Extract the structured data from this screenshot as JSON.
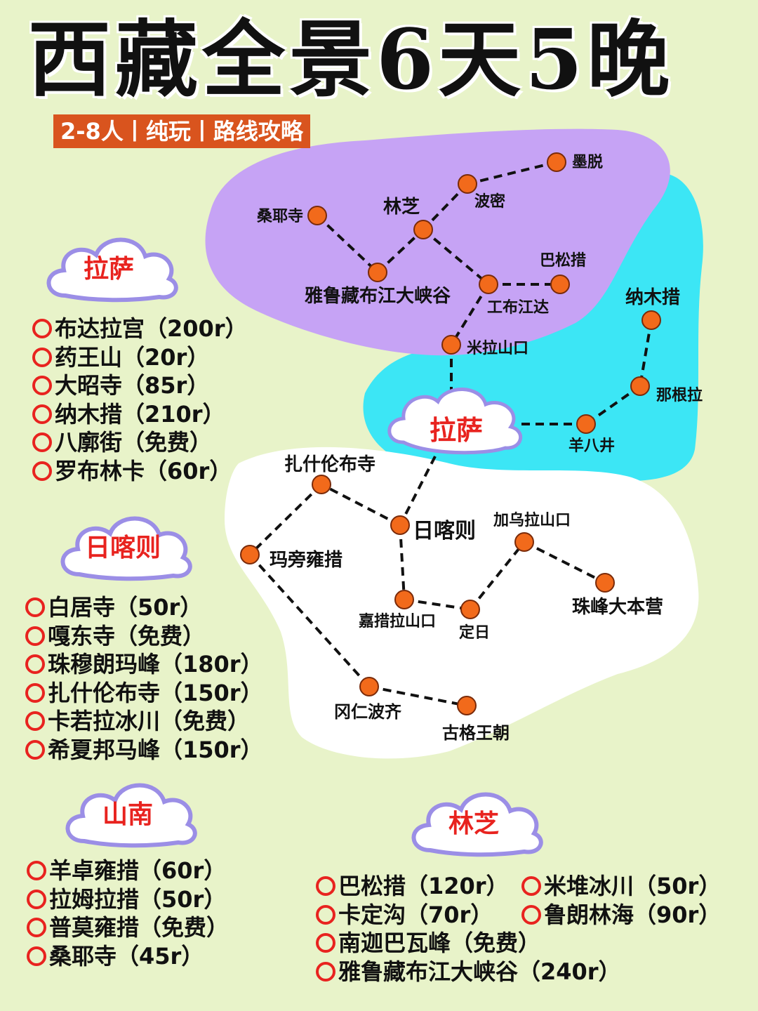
{
  "title": "西藏全景6天5晚",
  "subtitle": "2-8人丨纯玩丨路线攻略",
  "colors": {
    "accent": "#d9541e",
    "ring": "#e8231f",
    "node": "#f26a1b",
    "purple": "#c6a3f5",
    "cyan": "#3ce6f5",
    "white_region": "#ffffff",
    "background": "#e8f3c9"
  },
  "map": {
    "center_label": "拉萨",
    "nodes": [
      {
        "id": "motuo",
        "label": "墨脱"
      },
      {
        "id": "bomi",
        "label": "波密"
      },
      {
        "id": "linzhi",
        "label": "林芝"
      },
      {
        "id": "sangye",
        "label": "桑耶寺"
      },
      {
        "id": "yarlung",
        "label": "雅鲁藏布江大峡谷"
      },
      {
        "id": "gongbu",
        "label": "工布江达"
      },
      {
        "id": "basong",
        "label": "巴松措"
      },
      {
        "id": "mila",
        "label": "米拉山口"
      },
      {
        "id": "namtso",
        "label": "纳木措"
      },
      {
        "id": "nagenla",
        "label": "那根拉"
      },
      {
        "id": "yangbajing",
        "label": "羊八井"
      },
      {
        "id": "tashi",
        "label": "扎什伦布寺"
      },
      {
        "id": "shigatse",
        "label": "日喀则"
      },
      {
        "id": "jiawula",
        "label": "加乌拉山口"
      },
      {
        "id": "mapang",
        "label": "玛旁雍措"
      },
      {
        "id": "everest",
        "label": "珠峰大本营"
      },
      {
        "id": "jiacuola",
        "label": "嘉措拉山口"
      },
      {
        "id": "dingri",
        "label": "定日"
      },
      {
        "id": "gangren",
        "label": "冈仁波齐"
      },
      {
        "id": "guge",
        "label": "古格王朝"
      }
    ]
  },
  "sections": {
    "lhasa": {
      "name": "拉萨",
      "items": [
        "布达拉宫（200r）",
        "药王山（20r）",
        "大昭寺（85r）",
        "纳木措（210r）",
        "八廓街（免费）",
        "罗布林卡（60r）"
      ]
    },
    "shigatse": {
      "name": "日喀则",
      "items": [
        "白居寺（50r）",
        "嘎东寺（免费）",
        "珠穆朗玛峰（180r）",
        "扎什伦布寺（150r）",
        "卡若拉冰川（免费）",
        "希夏邦马峰（150r）"
      ]
    },
    "shannan": {
      "name": "山南",
      "items": [
        "羊卓雍措（60r）",
        "拉姆拉措（50r）",
        "普莫雍措（免费）",
        "桑耶寺（45r）"
      ]
    },
    "nyingchi": {
      "name": "林芝",
      "col1": [
        "巴松措（120r）",
        "卡定沟（70r）",
        "南迦巴瓦峰（免费）",
        "雅鲁藏布江大峡谷（240r）"
      ],
      "col2": [
        "米堆冰川（50r）",
        "鲁朗林海（90r）"
      ]
    }
  }
}
